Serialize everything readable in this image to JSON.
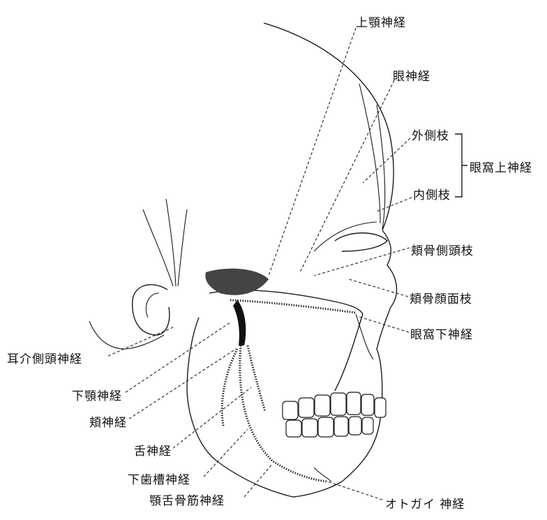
{
  "labels": {
    "maxillary": "上顎神経",
    "ophthalmic": "眼神経",
    "lateral_branch": "外側枝",
    "medial_branch": "内側枝",
    "supraorbital": "眼窩上神経",
    "zygomaticotemporal": "頬骨側頭枝",
    "zygomaticofacial": "頬骨顔面枝",
    "infraorbital": "眼窩下神経",
    "auriculotemporal": "耳介側頭神経",
    "mandibular": "下顎神経",
    "buccal": "頬神経",
    "lingual": "舌神経",
    "inferior_alveolar": "下歯槽神経",
    "mylohyoid": "顎舌骨筋神経",
    "mental": "オトガイ 神経"
  }
}
